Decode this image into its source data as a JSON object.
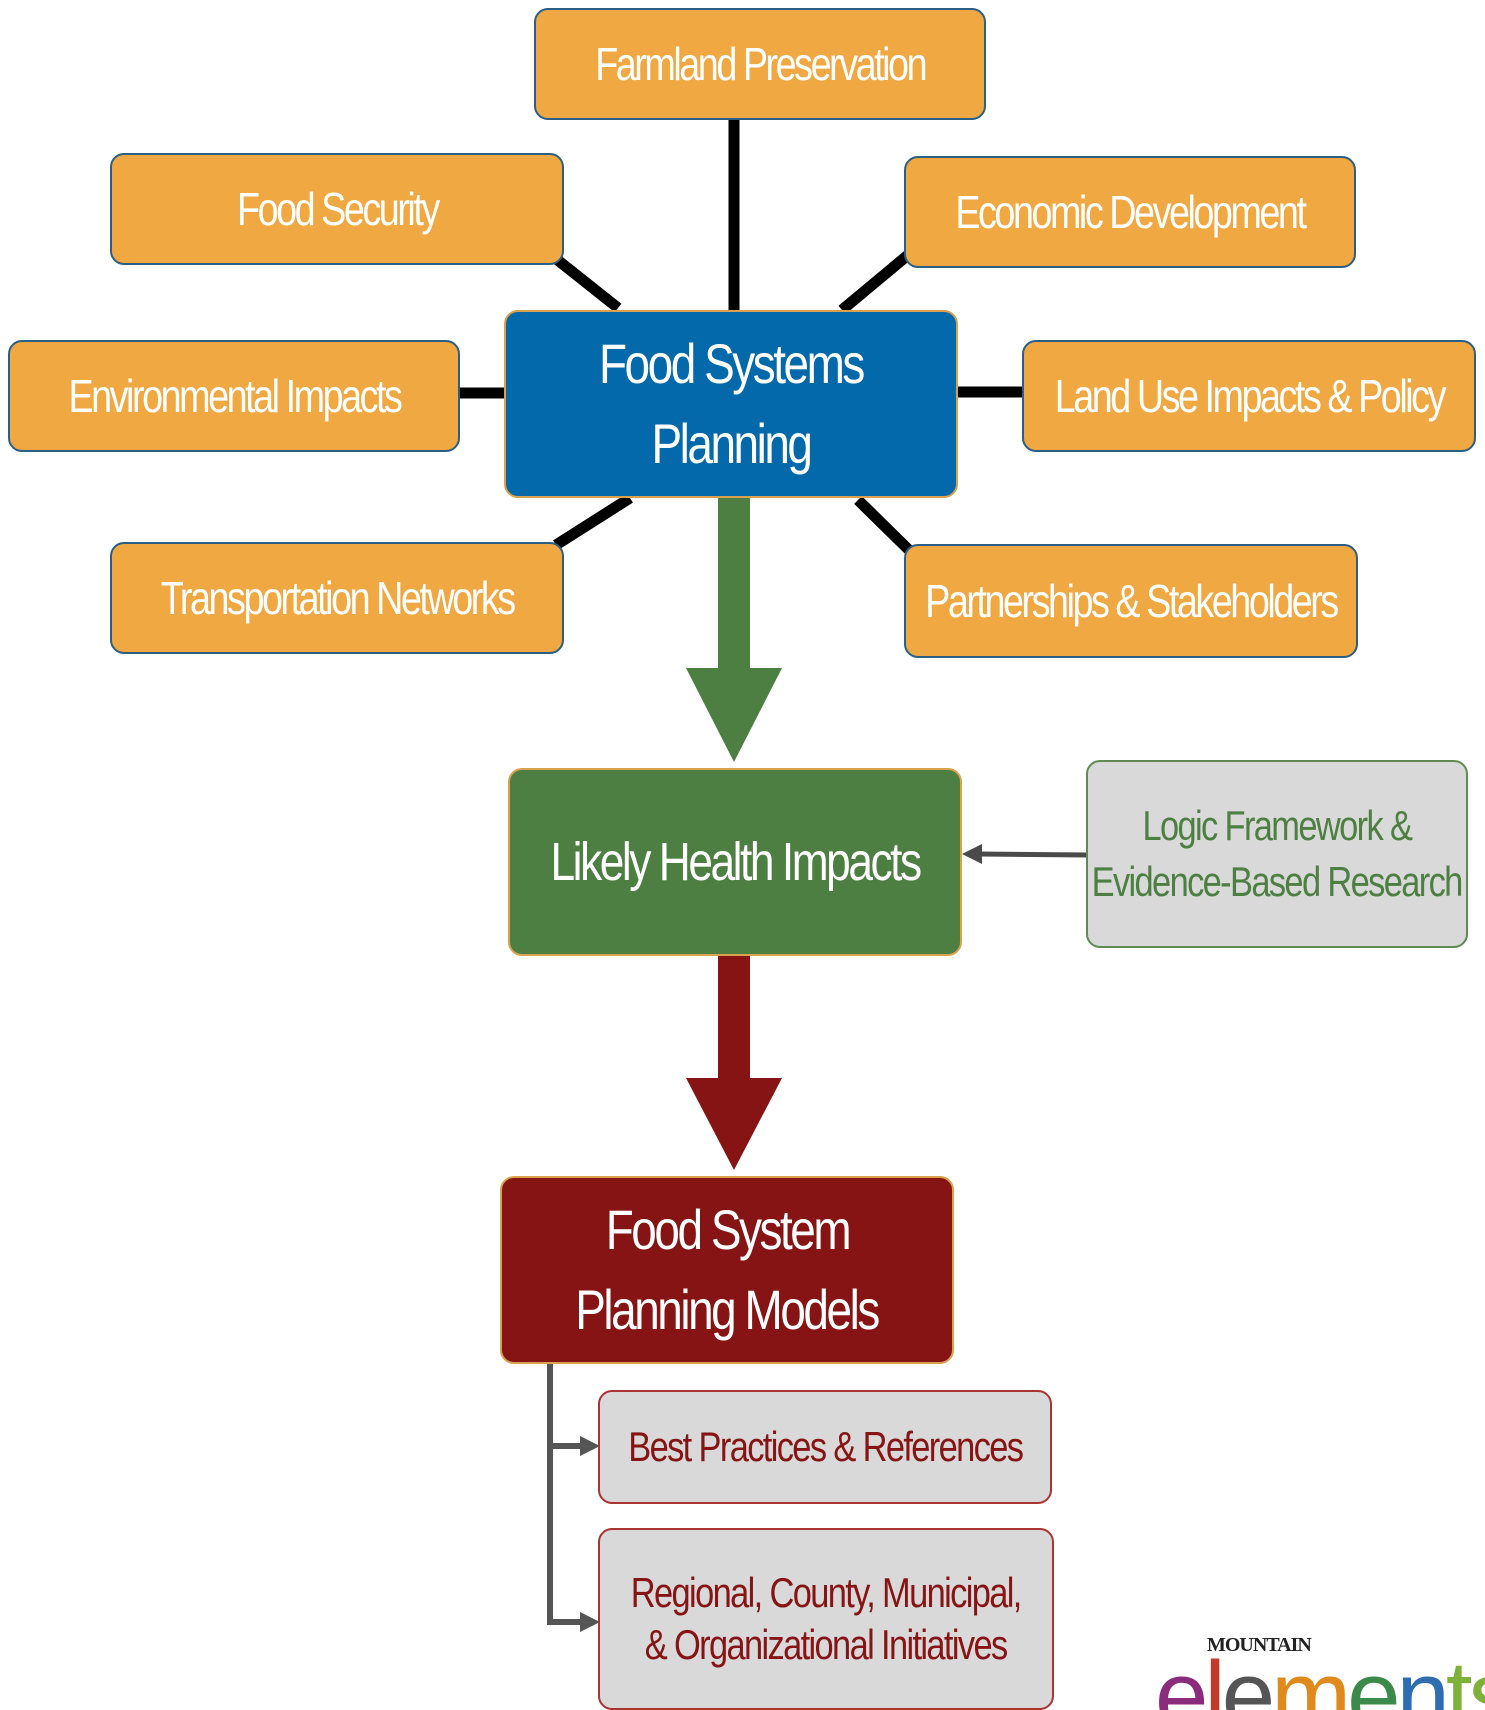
{
  "hub": {
    "line1": "Food Systems",
    "line2": "Planning"
  },
  "factors": [
    "Farmland Preservation",
    "Food Security",
    "Economic Development",
    "Environmental Impacts",
    "Land Use Impacts & Policy",
    "Transportation Networks",
    "Partnerships & Stakeholders"
  ],
  "health": {
    "label": "Likely Health Impacts"
  },
  "evidence": {
    "line1": "Logic Framework &",
    "line2": "Evidence-Based Research"
  },
  "models": {
    "line1": "Food System",
    "line2": "Planning Models"
  },
  "outputs": [
    {
      "line1": "Best Practices & References"
    },
    {
      "line1": "Regional, County, Municipal,",
      "line2": "& Organizational Initiatives"
    }
  ],
  "logo": {
    "top": "MOUNTAIN",
    "word": "elements"
  },
  "colors": {
    "factor": "#efa842",
    "hub": "#0369ab",
    "health": "#4e7f42",
    "models": "#871414",
    "note_bg": "#d9d9d9"
  }
}
